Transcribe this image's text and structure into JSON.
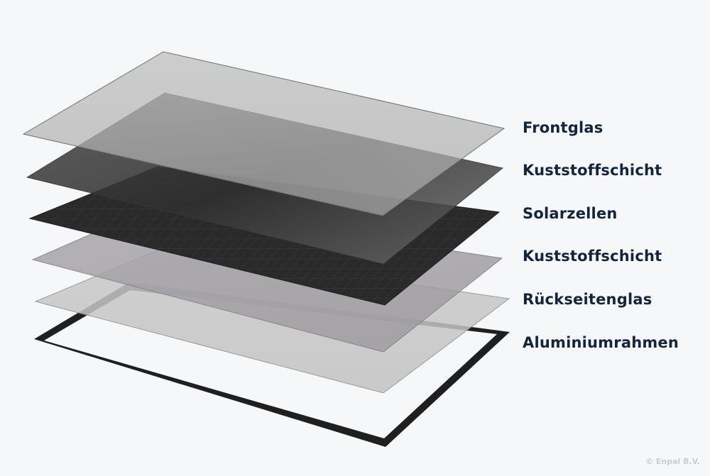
{
  "layers": [
    {
      "label": "Frontglas"
    },
    {
      "label": "Kuststoffschicht"
    },
    {
      "label": "Solarzellen"
    },
    {
      "label": "Kuststoffschicht"
    },
    {
      "label": "Rückseitenglas"
    },
    {
      "label": "Aluminiumrahmen"
    }
  ],
  "copyright": "© Enpal B.V.",
  "colors": {
    "background": "#f6f7f9",
    "label": "#13253d",
    "frame": "#1f1f1f",
    "cells": "#2b2b2b"
  }
}
